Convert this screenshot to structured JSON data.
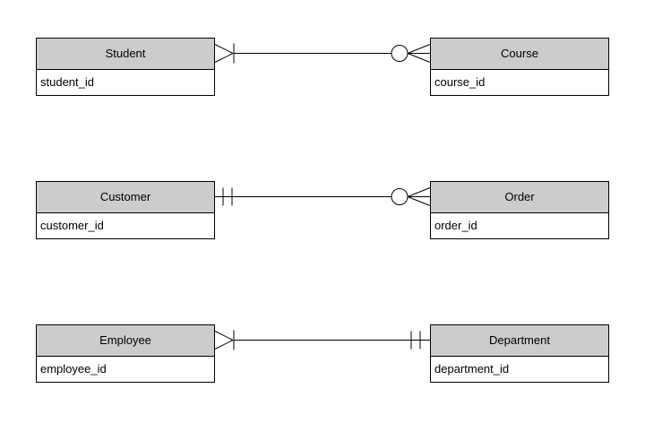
{
  "diagram": {
    "background": "#ffffff",
    "style": {
      "header_fill": "#cccccc",
      "body_fill": "#ffffff",
      "border_color": "#000000",
      "line_color": "#000000"
    },
    "entities": [
      {
        "name": "Student",
        "attribute": "student_id"
      },
      {
        "name": "Course",
        "attribute": "course_id"
      },
      {
        "name": "Customer",
        "attribute": "customer_id"
      },
      {
        "name": "Order",
        "attribute": "order_id"
      },
      {
        "name": "Employee",
        "attribute": "employee_id"
      },
      {
        "name": "Department",
        "attribute": "department_id"
      }
    ],
    "relationships": [
      {
        "from": "Student",
        "to": "Course",
        "from_cardinality": "one-or-many",
        "to_cardinality": "zero-or-many"
      },
      {
        "from": "Customer",
        "to": "Order",
        "from_cardinality": "exactly-one",
        "to_cardinality": "zero-or-many"
      },
      {
        "from": "Employee",
        "to": "Department",
        "from_cardinality": "one-or-many",
        "to_cardinality": "exactly-one"
      }
    ]
  }
}
